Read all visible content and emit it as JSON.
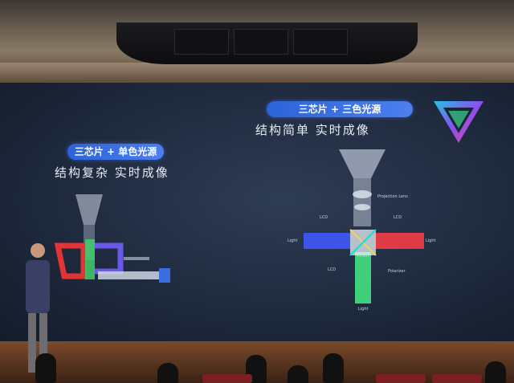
{
  "slide": {
    "right_badge": "三芯片 + 三色光源",
    "right_heading": "结构简单  实时成像",
    "left_badge": "三芯片 + 单色光源",
    "left_heading": "结构复杂  实时成像",
    "diagram_labels": {
      "projection_lens": "Projection Lens",
      "lcd_left_top": "LCD",
      "lcd_right_top": "LCD",
      "lcd_bottom": "LCD",
      "light_left": "Light",
      "light_right": "Light",
      "light_bottom": "Light",
      "polarizer": "Polarizer",
      "prism": "Prism"
    }
  }
}
